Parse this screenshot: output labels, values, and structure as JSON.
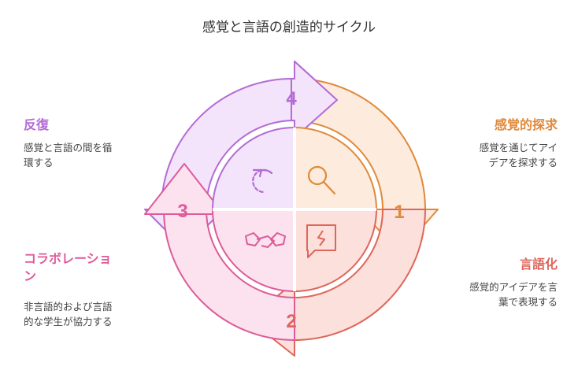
{
  "title": "感覚と言語の創造的サイクル",
  "colors": {
    "step1": "#E0893A",
    "step2": "#E0655A",
    "step3": "#DD5B9A",
    "step4": "#B36BD6"
  },
  "steps": [
    {
      "number": "1",
      "heading": "感覚的探求",
      "description": "感覚を通じてアイデアを探求する",
      "desc_lines": [
        "感覚を通じてアイ",
        "デアを探求する"
      ],
      "icon": "magnifier-icon"
    },
    {
      "number": "2",
      "heading": "言語化",
      "description": "感覚的アイデアを言葉で表現する",
      "desc_lines": [
        "感覚的アイデアを言",
        "葉で表現する"
      ],
      "icon": "speech-bubble-icon"
    },
    {
      "number": "3",
      "heading": "コラボレーション",
      "heading_lines": [
        "コラボレーショ",
        "ン"
      ],
      "description": "非言語的および言語的な学生が協力する",
      "desc_lines": [
        "非言語的および言語",
        "的な学生が協力する"
      ],
      "icon": "handshake-icon"
    },
    {
      "number": "4",
      "heading": "反復",
      "description": "感覚と言語の間を循環する",
      "desc_lines": [
        "感覚と言語の間を循",
        "環する"
      ],
      "icon": "cycle-icon"
    }
  ]
}
